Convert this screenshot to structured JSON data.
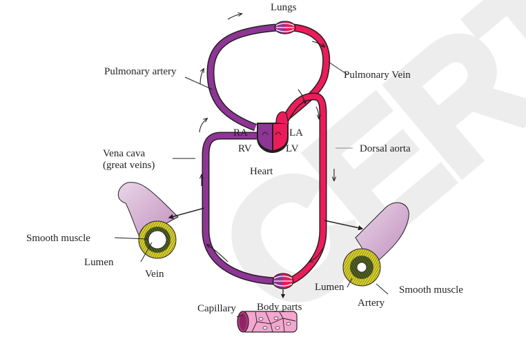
{
  "diagram": {
    "title": "Double circulation — schematic of blood flow",
    "colors": {
      "deoxygenated": "#8e3596",
      "oxygenated": "#ec1c5a",
      "vessel_fill": "#d9b3d6",
      "muscle": "#d7cf2a",
      "muscle_dark": "#3b4a1a",
      "capillary": "#f3a6cf",
      "watermark": "#ececec"
    },
    "labels": {
      "lungs": "Lungs",
      "pulmonary_artery": "Pulmonary artery",
      "pulmonary_vein": "Pulmonary Vein",
      "ra": "RA",
      "la": "LA",
      "rv": "RV",
      "lv": "LV",
      "heart": "Heart",
      "vena_cava_1": "Vena cava",
      "vena_cava_2": "(great veins)",
      "dorsal_aorta": "Dorsal aorta",
      "smooth_muscle_vein": "Smooth muscle",
      "lumen_vein": "Lumen",
      "vein": "Vein",
      "body_parts": "Body parts",
      "capillary": "Capillary",
      "lumen_artery": "Lumen",
      "smooth_muscle_artery": "Smooth muscle",
      "artery": "Artery"
    },
    "watermark": "CERT ublish"
  }
}
